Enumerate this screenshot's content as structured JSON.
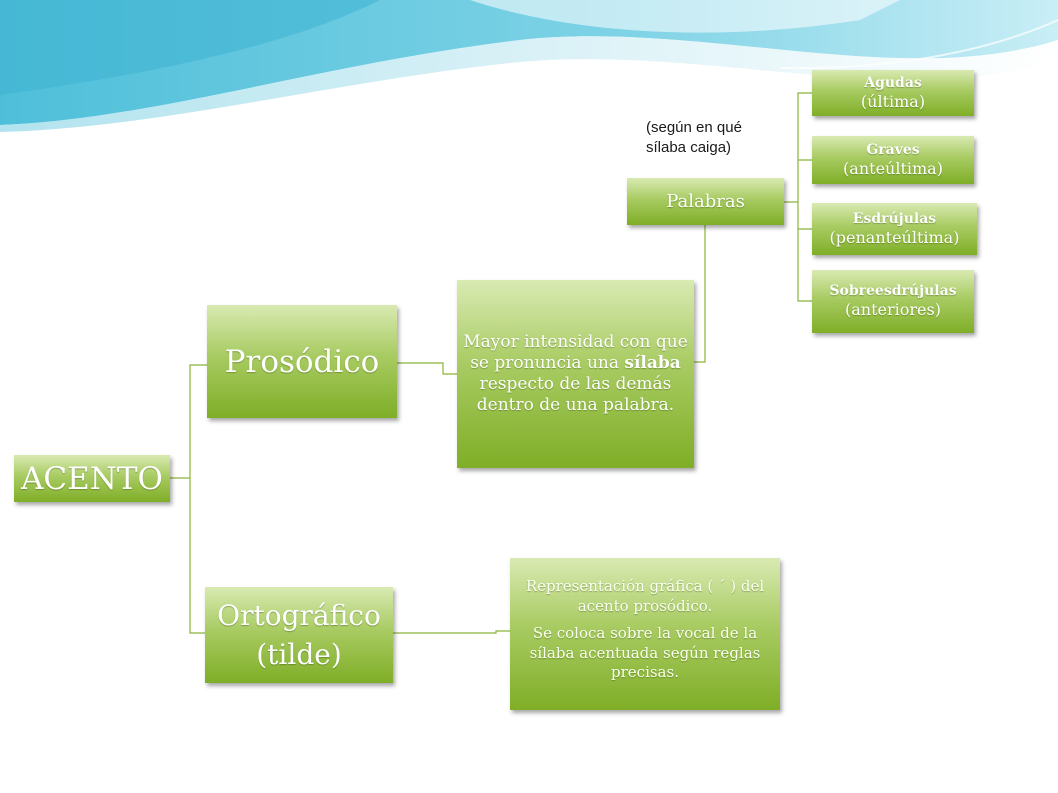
{
  "diagram": {
    "root": {
      "label": "ACENTO"
    },
    "prosodico": {
      "label": "Prosódico"
    },
    "ortografico": {
      "line1": "Ortográfico",
      "line2": "(tilde)"
    },
    "definicion": {
      "before": "Mayor intensidad con que se pronuncia una ",
      "bold": "sílaba",
      "after": " respecto de las demás dentro de una palabra."
    },
    "representacion": {
      "p1": "Representación gráfica ( ´ ) del acento prosódico.",
      "p2": "Se coloca sobre la vocal de la sílaba acentuada según reglas precisas."
    },
    "palabras": {
      "label": "Palabras"
    },
    "note": "(según en qué sílaba caiga)",
    "tipos": [
      {
        "title": "Agudas",
        "sub": "(última)"
      },
      {
        "title": "Graves",
        "sub": "(anteúltima)"
      },
      {
        "title": "Esdrújulas",
        "sub": "(penanteúltima)"
      },
      {
        "title": "Sobreesdrújulas",
        "sub": "(anteriores)"
      }
    ]
  },
  "colors": {
    "node_light": "#d9eab2",
    "node_dark": "#7fae27",
    "connector": "#8ab43a",
    "header_teal": "#5cc4dc"
  }
}
